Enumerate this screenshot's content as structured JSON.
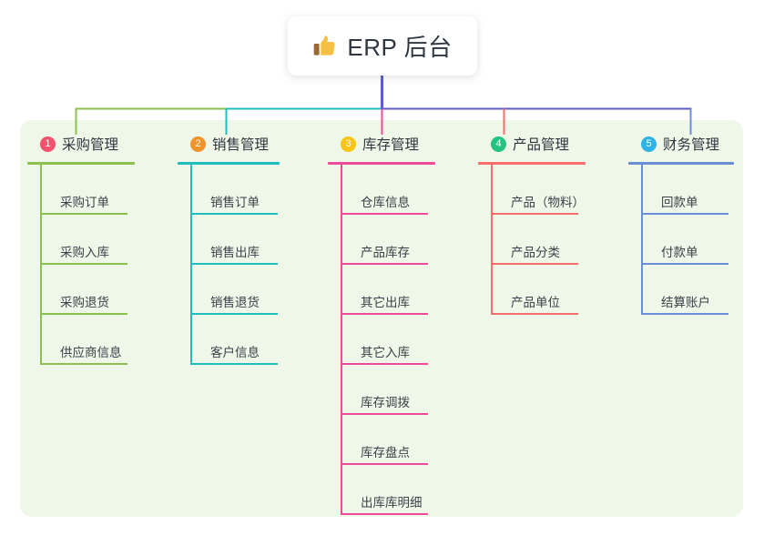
{
  "root": {
    "label": "ERP 后台",
    "icon": "thumbs-up-icon"
  },
  "colors": {
    "panel_background": "#eff7e9",
    "page_background": "#ffffff",
    "root_text": "#2f3640",
    "trunk_line": "#5b5fc7"
  },
  "columns": [
    {
      "number": "1",
      "title": "采购管理",
      "badge_color": "#f4516c",
      "line_color": "#8cc152",
      "items": [
        {
          "label": "采购订单"
        },
        {
          "label": "采购入库"
        },
        {
          "label": "采购退货"
        },
        {
          "label": "供应商信息"
        }
      ]
    },
    {
      "number": "2",
      "title": "销售管理",
      "badge_color": "#f0932b",
      "line_color": "#20bdbe",
      "items": [
        {
          "label": "销售订单"
        },
        {
          "label": "销售出库"
        },
        {
          "label": "销售退货"
        },
        {
          "label": "客户信息"
        }
      ]
    },
    {
      "number": "3",
      "title": "库存管理",
      "badge_color": "#f9c513",
      "line_color": "#ed4c9a",
      "items": [
        {
          "label": "仓库信息"
        },
        {
          "label": "产品库存"
        },
        {
          "label": "其它出库"
        },
        {
          "label": "其它入库"
        },
        {
          "label": "库存调拨"
        },
        {
          "label": "库存盘点"
        },
        {
          "label": "出库库明细"
        }
      ]
    },
    {
      "number": "4",
      "title": "产品管理",
      "badge_color": "#26c281",
      "line_color": "#f76f6c",
      "items": [
        {
          "label": "产品（物料）"
        },
        {
          "label": "产品分类"
        },
        {
          "label": "产品单位"
        }
      ]
    },
    {
      "number": "5",
      "title": "财务管理",
      "badge_color": "#2db3e8",
      "line_color": "#6b8fd4",
      "items": [
        {
          "label": "回款单"
        },
        {
          "label": "付款单"
        },
        {
          "label": "结算账户"
        }
      ]
    }
  ]
}
